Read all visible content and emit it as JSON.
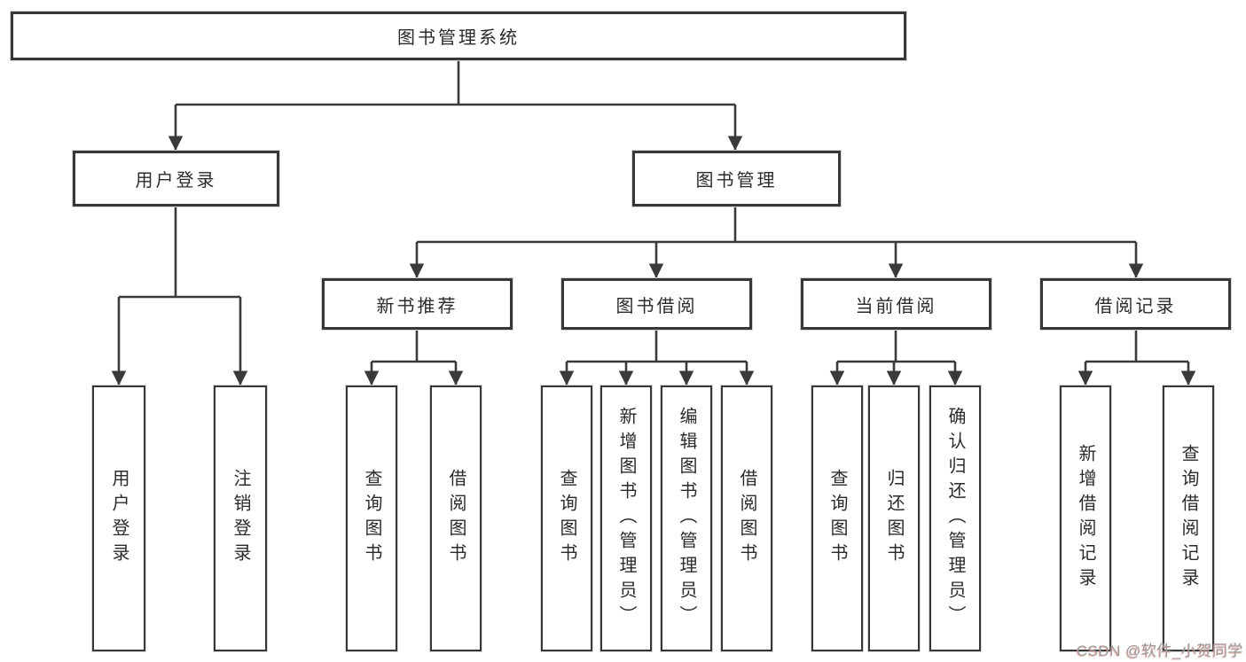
{
  "diagram": {
    "title": "图书管理系统",
    "branches": [
      {
        "label": "用户登录",
        "children": [
          "用户登录",
          "注销登录"
        ]
      },
      {
        "label": "图书管理",
        "sections": [
          {
            "label": "新书推荐",
            "children": [
              "查询图书",
              "借阅图书"
            ]
          },
          {
            "label": "图书借阅",
            "children": [
              "查询图书",
              "新增图书（管理员）",
              "编辑图书（管理员）",
              "借阅图书"
            ]
          },
          {
            "label": "当前借阅",
            "children": [
              "查询图书",
              "归还图书",
              "确认归还（管理员）"
            ]
          },
          {
            "label": "借阅记录",
            "children": [
              "新增借阅记录",
              "查询借阅记录"
            ]
          }
        ]
      }
    ]
  },
  "watermark": "CSDN @软件_小贺同学",
  "colors": {
    "line": "#3a3a3a",
    "box_border": "#373737",
    "text": "#2b2b2b",
    "background": "#ffffff",
    "watermark_text": "#9c9c9c",
    "watermark_shadow": "#e48278"
  }
}
